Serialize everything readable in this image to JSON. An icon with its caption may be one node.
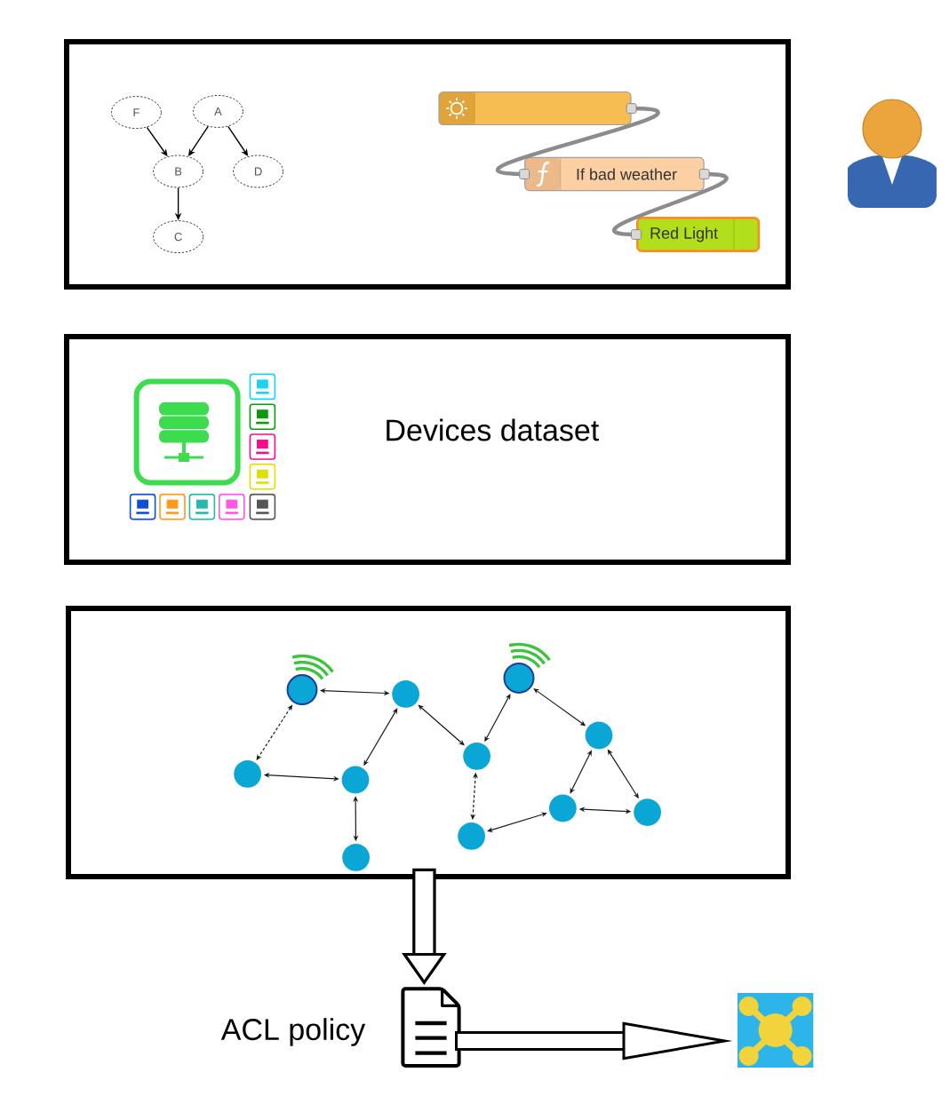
{
  "diagram": {
    "nodes": [
      {
        "text": [],
        "shape": "box"
      },
      {
        "text": [
          "F"
        ],
        "in": 0
      },
      {
        "text": [
          "A"
        ],
        "in": 0
      },
      {
        "text": [
          "B"
        ],
        "in": 0
      },
      {
        "text": [
          "D"
        ],
        "in": 0
      },
      {
        "text": [
          "C"
        ],
        "in": 0
      },
      {
        "text": [],
        "shape": "box",
        "in": 0
      },
      {
        "text": [
          "If bad weather"
        ],
        "in": 0
      },
      {
        "text": [
          "Red Light"
        ],
        "in": 0
      },
      {
        "text": [
          "Devices dataset"
        ]
      },
      {
        "text": [],
        "shape": "box"
      },
      {
        "text": [],
        "shape": "circle",
        "in": 10
      },
      {
        "text": [],
        "shape": "circle",
        "in": 10
      },
      {
        "text": [],
        "shape": "circle",
        "in": 10
      },
      {
        "text": [],
        "shape": "circle",
        "in": 10
      },
      {
        "text": [],
        "shape": "circle",
        "in": 10
      },
      {
        "text": [],
        "shape": "circle",
        "in": 10
      },
      {
        "text": [],
        "shape": "circle",
        "in": 10
      },
      {
        "text": [],
        "shape": "circle",
        "in": 10
      },
      {
        "text": [],
        "shape": "circle",
        "in": 10
      },
      {
        "text": [],
        "shape": "circle",
        "in": 10
      },
      {
        "text": [],
        "shape": "circle",
        "in": 10
      },
      {
        "text": [],
        "shape": "document",
        "beside": [
          "ACL policy"
        ]
      },
      {
        "text": [],
        "shape": "picture"
      }
    ],
    "edges": [
      {
        "from": 1,
        "to": 3,
        "arrow": "to"
      },
      {
        "from": 2,
        "to": 3,
        "arrow": "to"
      },
      {
        "from": 2,
        "to": 4,
        "arrow": "to"
      },
      {
        "from": 3,
        "to": 5,
        "arrow": "to"
      },
      {
        "from": 6,
        "to": 7,
        "arrow": "none",
        "style": "thick",
        "color": "#8c8c8c"
      },
      {
        "from": 7,
        "to": 8,
        "arrow": "none",
        "style": "thick",
        "color": "#8c8c8c"
      },
      {
        "from": 12,
        "to": 15,
        "arrow": "both"
      },
      {
        "from": 12,
        "to": 11,
        "arrow": "both",
        "style": "dashed"
      },
      {
        "from": 11,
        "to": 13,
        "arrow": "both"
      },
      {
        "from": 15,
        "to": 13,
        "arrow": "both"
      },
      {
        "from": 13,
        "to": 14,
        "arrow": "both"
      },
      {
        "from": 15,
        "to": 17,
        "arrow": "both"
      },
      {
        "from": 18,
        "to": 17,
        "arrow": "both"
      },
      {
        "from": 17,
        "to": 16,
        "arrow": "both",
        "style": "dashed"
      },
      {
        "from": 16,
        "to": 19,
        "arrow": "both"
      },
      {
        "from": 19,
        "to": 21,
        "arrow": "both"
      },
      {
        "from": 20,
        "to": 19,
        "arrow": "both"
      },
      {
        "from": 20,
        "to": 21,
        "arrow": "both"
      },
      {
        "from": 18,
        "to": 20,
        "arrow": "both"
      },
      {
        "from": 10,
        "to": 22,
        "arrow": "to",
        "style": "thick"
      },
      {
        "from": 22,
        "to": 23,
        "arrow": "to",
        "style": "thick"
      }
    ]
  }
}
